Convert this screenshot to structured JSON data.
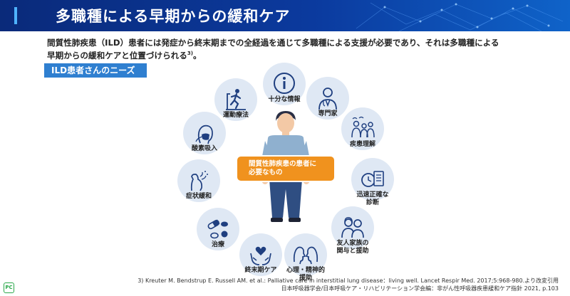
{
  "header": {
    "title": "多職種による早期からの緩和ケア"
  },
  "intro": {
    "line1": "間質性肺疾患（ILD）患者には発症から終末期までの全経過を通じて多職種による支援が必要であり、それは多職種による",
    "line2": "早期からの緩和ケアと位置づけられる",
    "superscript": "3)",
    "line2_end": "。"
  },
  "needs_label": "ILD患者さんのニーズ",
  "center": {
    "line1": "間質性肺疾患の患者に",
    "line2": "必要なもの"
  },
  "needs": [
    {
      "label": "十分な情報",
      "label2": "",
      "icon": "info-icon"
    },
    {
      "label": "専門家",
      "label2": "",
      "icon": "doctor-icon"
    },
    {
      "label": "疾患理解",
      "label2": "",
      "icon": "family-group-icon"
    },
    {
      "label": "迅速正確な",
      "label2": "診断",
      "icon": "clock-document-icon"
    },
    {
      "label": "友人家族の",
      "label2": "関与と援助",
      "icon": "couple-icon"
    },
    {
      "label": "心理・精神的",
      "label2": "援助",
      "icon": "faces-talking-icon"
    },
    {
      "label": "終末期ケア",
      "label2": "",
      "icon": "hands-heart-icon"
    },
    {
      "label": "治療",
      "label2": "",
      "icon": "pills-icon"
    },
    {
      "label": "症状緩和",
      "label2": "",
      "icon": "cough-icon"
    },
    {
      "label": "酸素吸入",
      "label2": "",
      "icon": "oxygen-mask-icon"
    },
    {
      "label": "運動療法",
      "label2": "",
      "icon": "treadmill-icon"
    }
  ],
  "references": {
    "line1": "3) Kreuter M. Bendstrup E. Russell AM. et al.: Palliative care in interstitial lung disease：living well. Lancet Respir Med. 2017;5:968-980.より改変引用",
    "line2": "日本呼吸器学会/日本呼吸ケア・リハビリテーション学会編：非がん性呼吸器疾患緩和ケア指針 2021, p.103"
  },
  "logo_text": "PC",
  "colors": {
    "header": "#0b3a9e",
    "bubble": "#dfe8f4",
    "center": "#f0921e",
    "label_bg": "#2f7fd0",
    "icon": "#1f3f80"
  }
}
